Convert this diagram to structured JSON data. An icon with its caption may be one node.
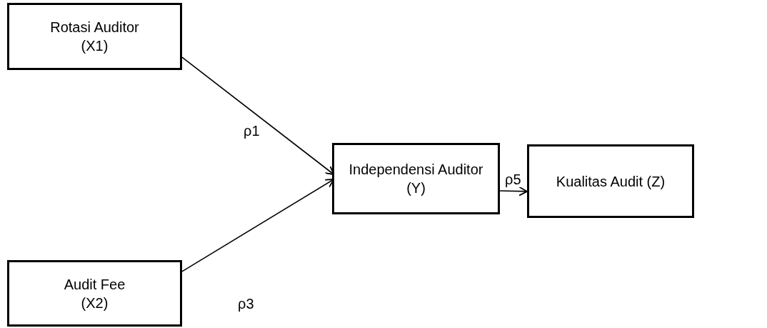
{
  "diagram": {
    "nodes": [
      {
        "text": [
          "Rotasi Auditor (X1)"
        ]
      },
      {
        "text": [
          "Audit Fee (X2)"
        ]
      },
      {
        "text": [
          "Independensi Auditor (Y)"
        ]
      },
      {
        "text": [
          "Kualitas Audit (Z)"
        ]
      }
    ],
    "edges": [
      {
        "from": 0,
        "to": 2,
        "arrow": "to",
        "label": "ρ1"
      },
      {
        "from": 1,
        "to": 2,
        "arrow": "to",
        "label": "ρ3"
      },
      {
        "from": 2,
        "to": 3,
        "arrow": "to",
        "label": "ρ5"
      }
    ]
  }
}
